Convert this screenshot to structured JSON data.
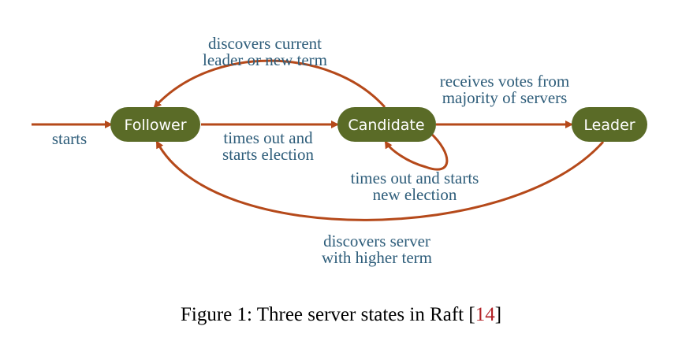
{
  "diagram": {
    "states": {
      "follower": "Follower",
      "candidate": "Candidate",
      "leader": "Leader"
    },
    "edges": {
      "start": "starts",
      "timeout_line1": "times out and",
      "timeout_line2": "starts election",
      "discover_leader_line1": "discovers current",
      "discover_leader_line2": "leader or new term",
      "votes_line1": "receives votes from",
      "votes_line2": "majority of servers",
      "restart_line1": "times out and starts",
      "restart_line2": "new election",
      "higher_term_line1": "discovers server",
      "higher_term_line2": "with higher term"
    }
  },
  "caption": {
    "text": "Figure 1: Three server states in Raft [",
    "ref": "14",
    "close": "]"
  },
  "colors": {
    "state_fill": "#5a6b27",
    "arrow": "#b5491a",
    "label": "#2e5d7a"
  }
}
